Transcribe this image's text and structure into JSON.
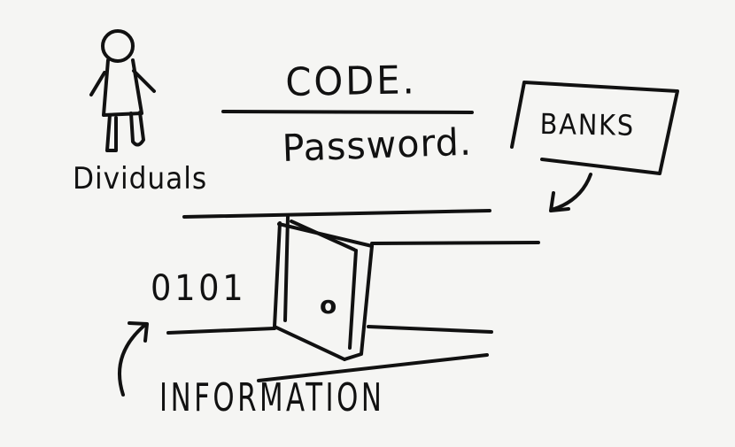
{
  "labels": {
    "code": "CODE.",
    "password": "Password.",
    "dividuals": "Dividuals",
    "banks": "BANKS",
    "binary": "0101",
    "information": "INFORMATION",
    "lock_mark": "o"
  },
  "icons": {
    "person": "person-stick-figure-icon",
    "banks_arrow": "curved-arrow-down-left-icon",
    "info_arrow": "curved-arrow-up-icon",
    "door": "door-icon"
  },
  "colors": {
    "ink": "#111111",
    "paper": "#f5f5f3"
  }
}
